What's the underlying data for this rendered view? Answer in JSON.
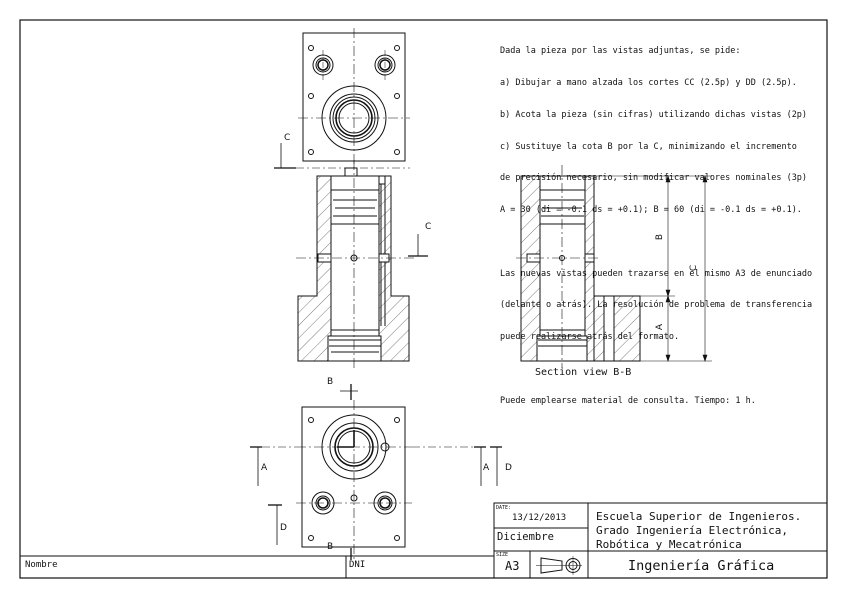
{
  "statement": {
    "lines": [
      "Dada la pieza por las vistas adjuntas, se pide:",
      "a) Dibujar a mano alzada los cortes CC (2.5p) y DD (2.5p).",
      "b) Acota la pieza (sin cifras) utilizando dichas vistas (2p)",
      "c) Sustituye la cota B por la C, minimizando el incremento",
      "de precisión necesario, sin modificar valores nominales (3p)",
      "A = 30 (di = -0.1 ds = +0.1); B = 60 (di = -0.1 ds = +0.1).",
      "",
      "Las nuevas vistas pueden trazarse en el mismo A3 de enunciado",
      "(delante o atrás). La resolución de problema de transferencia",
      "puede realizarse atrás del formato.",
      "",
      "Puede emplearse material de consulta. Tiempo: 1 h."
    ]
  },
  "views": {
    "section_caption": "Section view B-B",
    "labels": {
      "c": "C",
      "b": "B",
      "a": "A",
      "d": "D"
    }
  },
  "title_block": {
    "date_caption": "DATE:",
    "date": "13/12/2013",
    "month": "Diciembre",
    "size_caption": "SIZE",
    "size": "A3",
    "school_line1": "Escuela Superior de Ingenieros.",
    "school_line2": "Grado Ingeniería Electrónica,",
    "school_line3": "Robótica y Mecatrónica",
    "subject": "Ingeniería Gráfica",
    "name_label": "Nombre",
    "dni_label": "DNI"
  }
}
